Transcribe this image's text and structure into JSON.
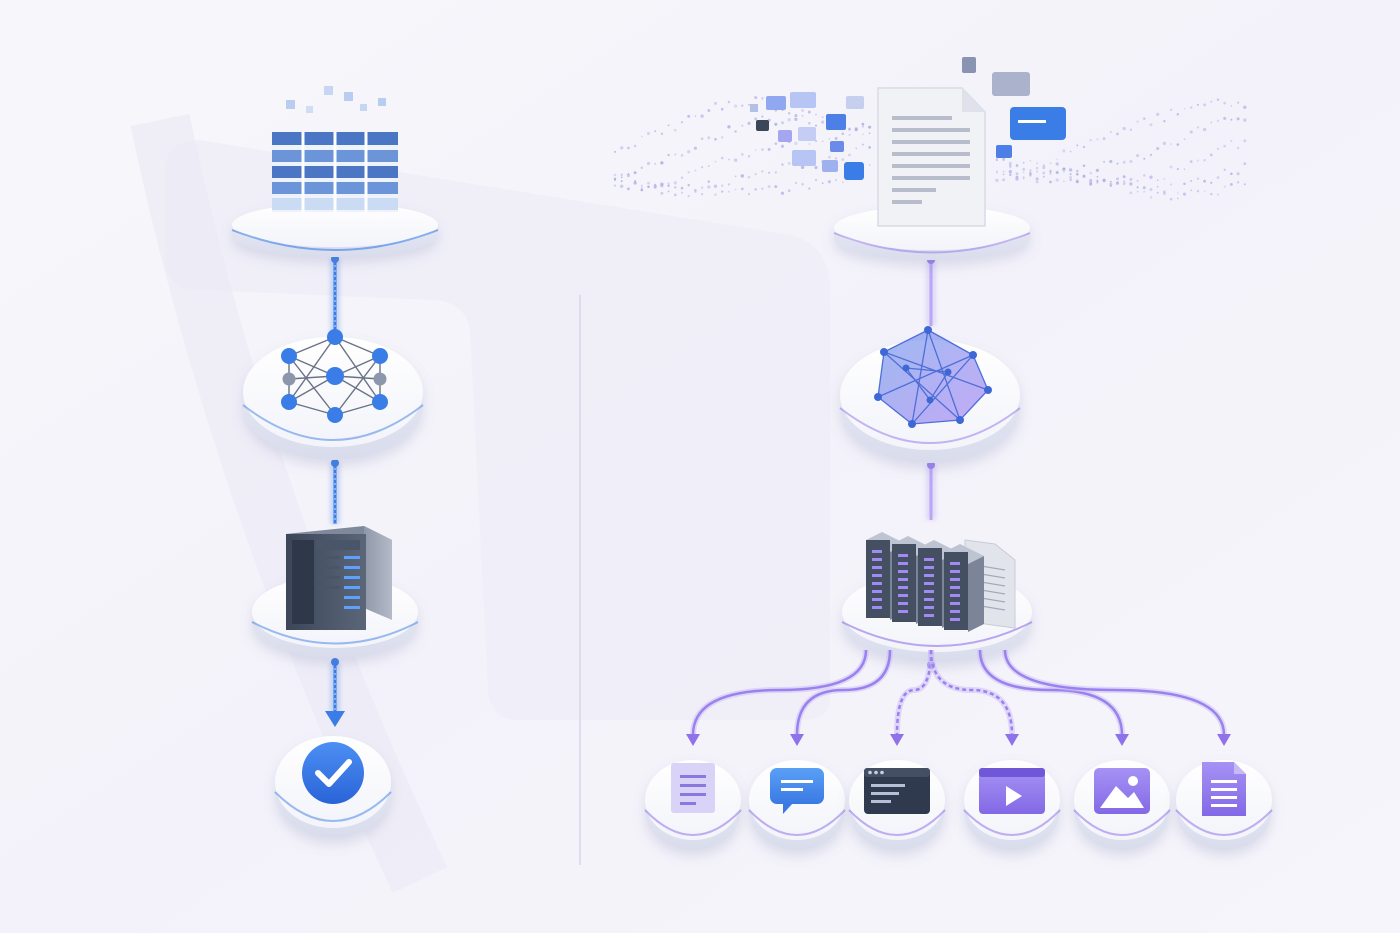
{
  "colors": {
    "background": "#f4f3fb",
    "blue_accent": "#3b7de6",
    "blue_dark": "#2f5fb0",
    "purple_accent": "#8f72ea",
    "purple_light": "#b9a6f5",
    "divider": "#d6d6e6",
    "platform_top": "#ffffff",
    "platform_side": "#e3e5f2"
  },
  "left_pipeline": {
    "stages": [
      {
        "name": "data-table",
        "icon": "table-grid-icon"
      },
      {
        "name": "neural-network",
        "icon": "neural-network-icon"
      },
      {
        "name": "server",
        "icon": "server-rack-icon"
      },
      {
        "name": "result",
        "icon": "checkmark-icon"
      }
    ]
  },
  "right_pipeline": {
    "stages": [
      {
        "name": "documents-and-messages",
        "icon": "document-icon"
      },
      {
        "name": "mesh-network",
        "icon": "mesh-network-icon"
      },
      {
        "name": "server-cluster",
        "icon": "server-cluster-icon"
      }
    ],
    "outputs": [
      {
        "name": "text-output",
        "icon": "text-lines-icon"
      },
      {
        "name": "chat-output",
        "icon": "chat-bubble-icon"
      },
      {
        "name": "code-output",
        "icon": "code-window-icon"
      },
      {
        "name": "video-output",
        "icon": "video-player-icon"
      },
      {
        "name": "image-output",
        "icon": "image-icon"
      },
      {
        "name": "file-output",
        "icon": "file-icon"
      }
    ]
  }
}
